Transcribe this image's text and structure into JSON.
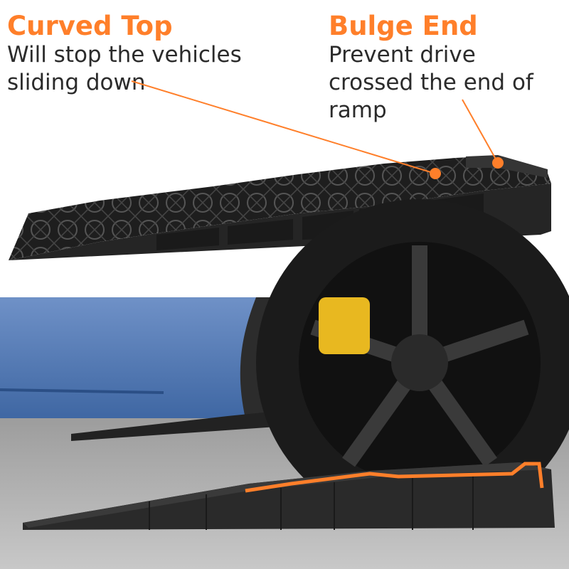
{
  "callouts": {
    "curved_top": {
      "title": "Curved Top",
      "text": "Will stop the vehicles sliding down"
    },
    "bulge_end": {
      "title": "Bulge End",
      "text": "Prevent drive crossed the end of ramp"
    }
  },
  "colors": {
    "accent": "#ff7f2a",
    "ramp": "#2a2a2a",
    "background": "#ffffff",
    "car_body": "#4f79b6",
    "garage_floor": "#b9b9b9"
  }
}
